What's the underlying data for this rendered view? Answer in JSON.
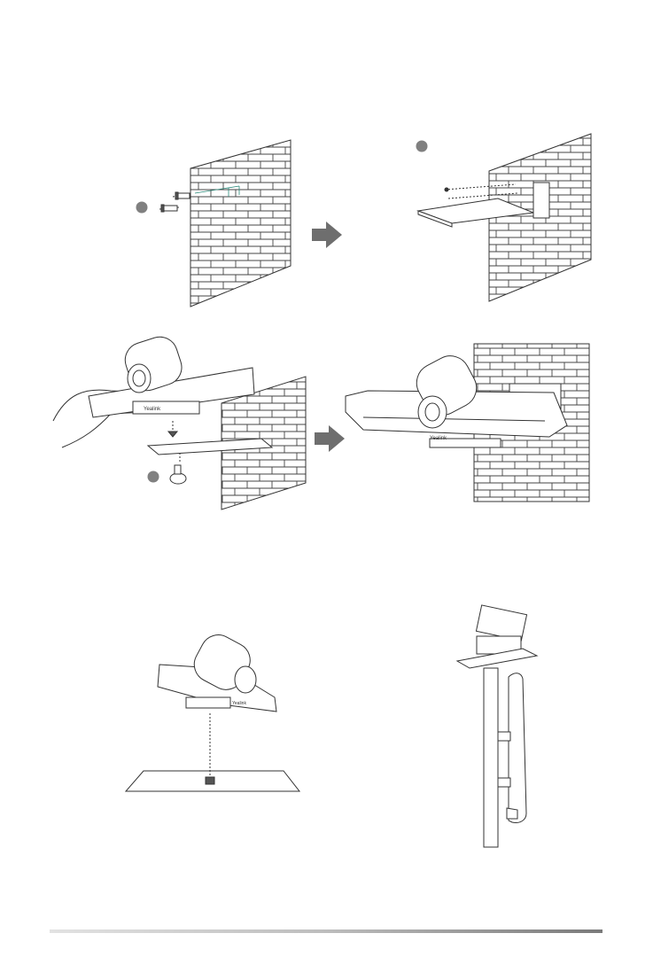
{
  "page": {
    "brand_label": "Yealink"
  },
  "figures": {
    "wall_screws": {
      "step_icon": "step-dot-gray"
    },
    "bracket_on_wall": {
      "step_icon": "step-dot-gray"
    },
    "camera_attach": {
      "step_icon": "step-dot-gray"
    },
    "camera_mounted": {},
    "table_mount": {},
    "tv_mount": {}
  },
  "icons": {
    "arrow": "right-arrow-icon",
    "brick_wall": "brick-wall-icon",
    "screw": "screw-icon",
    "hand": "hand-icon",
    "camera": "camera-icon"
  },
  "colors": {
    "line": "#3a3a3a",
    "arrow": "#6e6e6e",
    "step_dot": "#808080",
    "rule_dark": "#7a7a7a"
  }
}
